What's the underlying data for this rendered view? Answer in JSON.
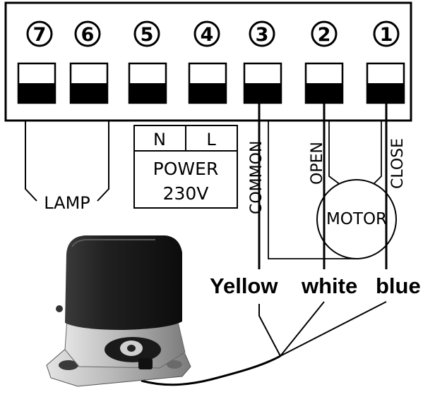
{
  "terminals": [
    {
      "number": "7"
    },
    {
      "number": "6"
    },
    {
      "number": "5"
    },
    {
      "number": "4"
    },
    {
      "number": "3"
    },
    {
      "number": "2"
    },
    {
      "number": "1"
    }
  ],
  "lamp_label": "LAMP",
  "power": {
    "n_label": "N",
    "l_label": "L",
    "title": "POWER",
    "voltage": "230V"
  },
  "motor": {
    "label": "MOTOR",
    "common_label": "COMMON",
    "open_label": "OPEN",
    "close_label": "CLOSE"
  },
  "wire_colors": {
    "yellow": "Yellow",
    "white": "white",
    "blue": "blue"
  },
  "colors": {
    "line": "#000000",
    "motor_body": "#1a1a1a",
    "motor_base": "#a8a8a8"
  }
}
